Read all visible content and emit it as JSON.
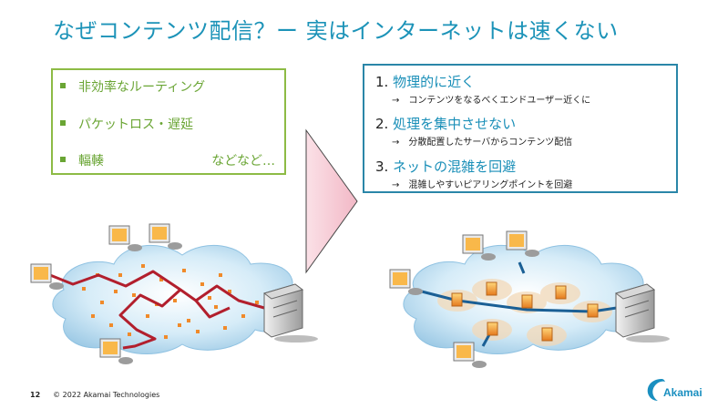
{
  "title": "なぜコンテンツ配信？ー 実はインターネットは速くない",
  "problems": {
    "items": [
      "非効率なルーティング",
      "パケットロス・遅延",
      "輻輳"
    ],
    "etc": "などなど…"
  },
  "solutions": [
    {
      "num": "1.",
      "head": "物理的に近く",
      "sub": "→　コンテンツをなるべくエンドユーザー近くに"
    },
    {
      "num": "2.",
      "head": "処理を集中させない",
      "sub": "→　分散配置したサーバからコンテンツ配信"
    },
    {
      "num": "3.",
      "head": "ネットの混雑を回避",
      "sub": "→　混雑しやすいピアリングポイントを回避"
    }
  ],
  "footer": {
    "page": "12",
    "copyright": "© 2022 Akamai Technologies"
  },
  "logo": {
    "text": "Akamai"
  },
  "colors": {
    "title": "#1c93b8",
    "green": "#6aa534",
    "blue_border": "#2a86a8",
    "route_red": "#b21f2d",
    "route_blue": "#1a5f95",
    "arrow_fill": "#f7cdd6"
  }
}
